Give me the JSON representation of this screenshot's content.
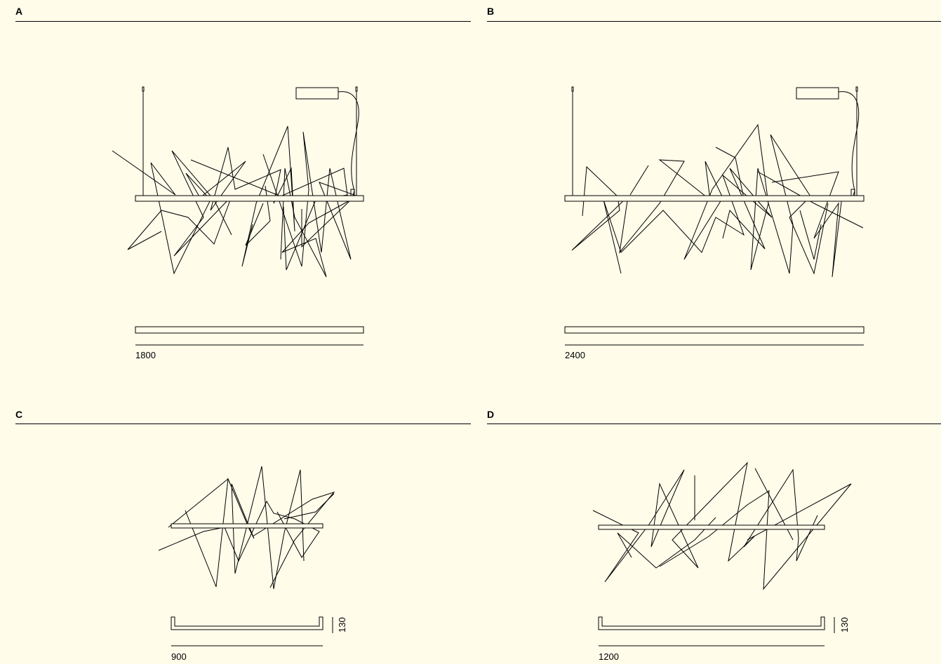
{
  "panels": {
    "a": {
      "label": "A",
      "width_dim": "1800"
    },
    "b": {
      "label": "B",
      "width_dim": "2400"
    },
    "c": {
      "label": "C",
      "width_dim": "900",
      "height_dim": "130"
    },
    "d": {
      "label": "D",
      "width_dim": "1200",
      "height_dim": "130"
    }
  },
  "colors": {
    "background": "#fffcea",
    "line": "#000000"
  }
}
